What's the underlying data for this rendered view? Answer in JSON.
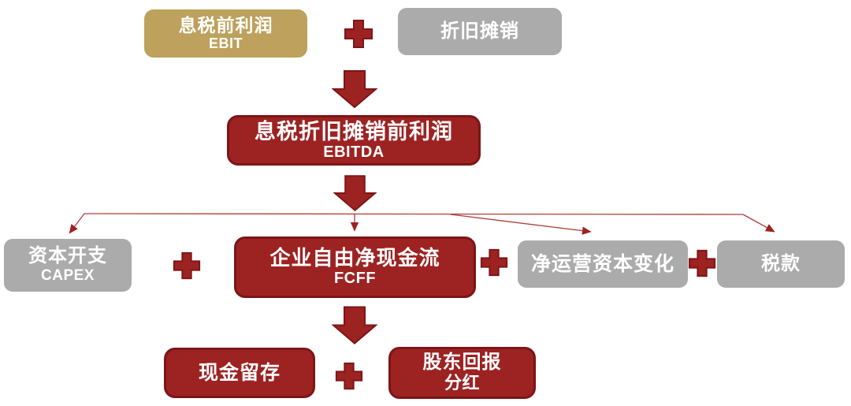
{
  "colors": {
    "gold_box": "#bda15c",
    "gray_box": "#ababab",
    "red_box": "#9d2222",
    "red_box_border": "#7d1517",
    "connector_line": "#b23c3c",
    "box_text": "#ffffff",
    "background": "#ffffff"
  },
  "diagram": {
    "operator": "+",
    "icons": {
      "plus": "plus-icon (red cross shape)",
      "arrow_down": "arrow-down-icon (red block arrow)",
      "connector_arrow": "thin red line with arrowhead"
    },
    "nodes": {
      "ebit": {
        "label": "息税前利润",
        "sublabel": "EBIT"
      },
      "depreciation_amortization": {
        "label": "折旧摊销"
      },
      "ebitda": {
        "label": "息税折旧摊销前利润",
        "sublabel": "EBITDA"
      },
      "capex": {
        "label": "资本开支",
        "sublabel": "CAPEX"
      },
      "fcff": {
        "label": "企业自由净现金流",
        "sublabel": "FCFF"
      },
      "net_working_capital_change": {
        "label": "净运营资本变化"
      },
      "tax": {
        "label": "税款"
      },
      "cash_retention": {
        "label": "现金留存"
      },
      "shareholder_return": {
        "label": "股东回报",
        "sublabel": "分红"
      }
    },
    "relations": [
      "EBIT + 折旧摊销 → EBITDA",
      "EBITDA → 资本开支 + 企业自由净现金流 + 净运营资本变化 + 税款",
      "企业自由净现金流 → 现金留存 + 股东回报分红"
    ]
  }
}
